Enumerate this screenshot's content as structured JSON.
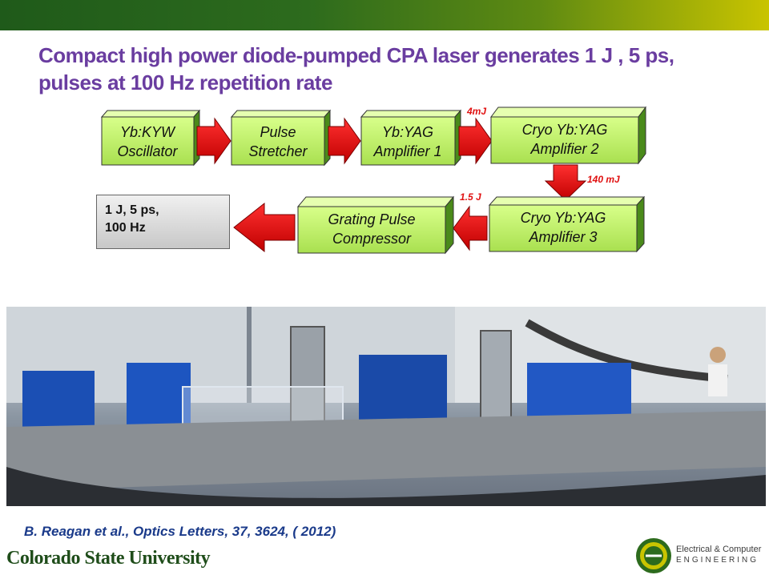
{
  "slide": {
    "title": "Compact high power diode-pumped CPA laser generates 1 J , 5 ps, pulses at 100 Hz repetition rate",
    "citation": "B. Reagan et al., Optics Letters, 37, 3624, ( 2012)",
    "university_logo": "Colorado State University",
    "dept_logo_line1": "Electrical & Computer",
    "dept_logo_line2": "ENGINEERING"
  },
  "diagram": {
    "boxes": [
      {
        "line1": "Yb:KYW",
        "line2": "Oscillator"
      },
      {
        "line1": "Pulse",
        "line2": "Stretcher"
      },
      {
        "line1": "Yb:YAG",
        "line2": "Amplifier 1"
      },
      {
        "line1": "Cryo Yb:YAG",
        "line2": "Amplifier 2"
      },
      {
        "line1": "Cryo Yb:YAG",
        "line2": "Amplifier 3"
      },
      {
        "line1": "Grating Pulse",
        "line2": "Compressor"
      }
    ],
    "flow_labels": {
      "after_amp1": "4mJ",
      "after_amp2": "140 mJ",
      "after_amp3": "1.5 J"
    },
    "output": {
      "line1": "1 J, 5 ps,",
      "line2": "100 Hz"
    },
    "colors": {
      "box_front": "#c8f07a",
      "box_side": "#4a8a1a",
      "box_top": "#e6ffb0",
      "arrow": "#e01010"
    }
  },
  "photo": {
    "icon": "lab-setup-photo"
  }
}
